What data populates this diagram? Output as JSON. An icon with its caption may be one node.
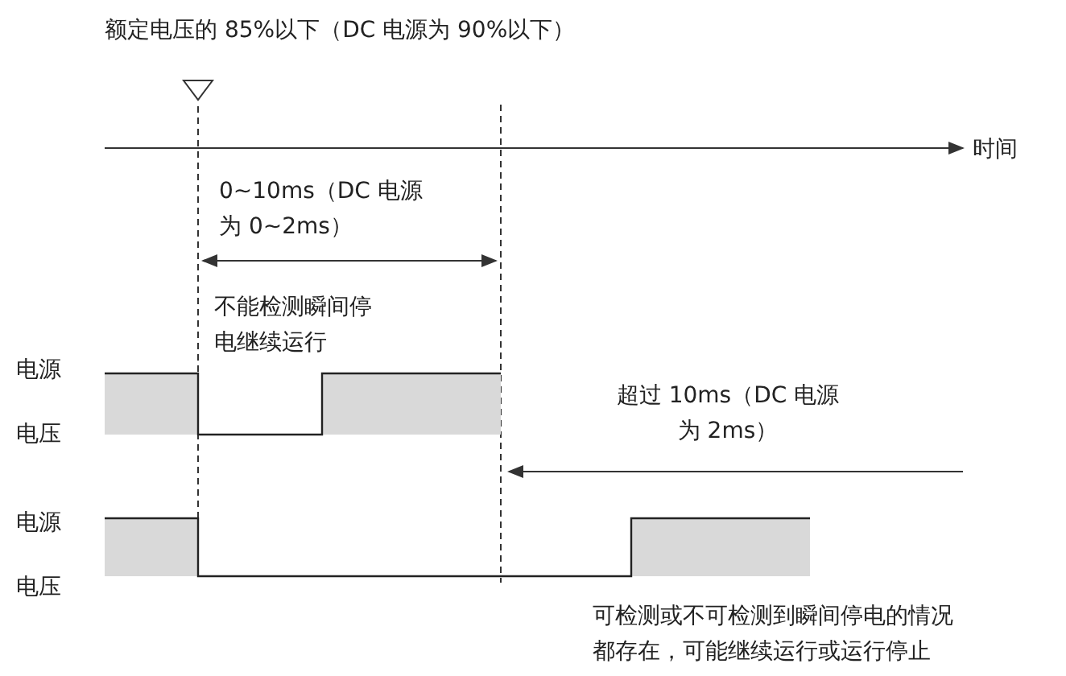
{
  "diagram": {
    "labels": [
      "额定电压的 85%以下（DC 电源为 90%以下）",
      "时间",
      "0~10ms（DC 电源为 0~2ms）",
      "不能检测瞬间停电继续运行",
      "电源",
      "电压",
      "超过 10ms（DC 电源为 2ms）",
      "电源",
      "电压",
      "可检测或不可检测到瞬间停电的情况都存在，可能继续运行或运行停止"
    ]
  }
}
